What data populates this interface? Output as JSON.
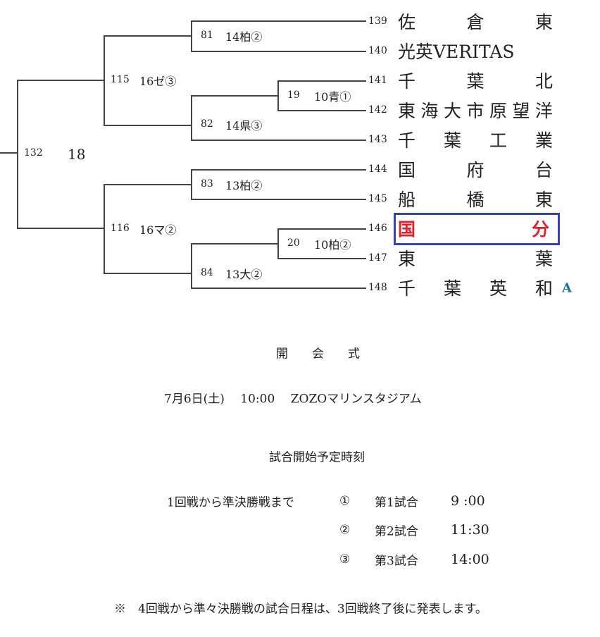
{
  "bracket": {
    "final": {
      "num": "132",
      "label": "18"
    },
    "semis": [
      {
        "num": "115",
        "label": "16ゼ③"
      },
      {
        "num": "116",
        "label": "16マ②"
      }
    ],
    "quarters": [
      {
        "num": "81",
        "label": "14柏②"
      },
      {
        "num": "82",
        "label": "14県③"
      },
      {
        "num": "83",
        "label": "13柏②"
      },
      {
        "num": "84",
        "label": "13大②"
      }
    ],
    "first": [
      {
        "num": "19",
        "label": "10青①"
      },
      {
        "num": "20",
        "label": "10柏②"
      }
    ],
    "teams": [
      {
        "num": "139",
        "chars": [
          "佐",
          "倉",
          "東"
        ]
      },
      {
        "num": "140",
        "name": "光英VERITAS"
      },
      {
        "num": "141",
        "chars": [
          "千",
          "葉",
          "北"
        ]
      },
      {
        "num": "142",
        "chars": [
          "東",
          "海",
          "大",
          "市",
          "原",
          "望",
          "洋"
        ]
      },
      {
        "num": "143",
        "chars": [
          "千",
          "葉",
          "工",
          "業"
        ]
      },
      {
        "num": "144",
        "chars": [
          "国",
          "府",
          "台"
        ]
      },
      {
        "num": "145",
        "chars": [
          "船",
          "橋",
          "東"
        ]
      },
      {
        "num": "146",
        "chars": [
          "国",
          "分"
        ]
      },
      {
        "num": "147",
        "chars": [
          "東",
          "葉"
        ]
      },
      {
        "num": "148",
        "chars": [
          "千",
          "葉",
          "英",
          "和"
        ]
      }
    ],
    "mark_148": "A",
    "highlight_color": "#3441b8",
    "highlight_text_color": "#e0202a",
    "mark_color": "#1a6fa8"
  },
  "ceremony": {
    "title": "開　　会　　式",
    "detail": "7月6日(土)　 10:00　 ZOZOマリンスタジアム"
  },
  "schedule": {
    "title": "試合開始予定時刻",
    "scope": "1回戦から準決勝戦まで",
    "rows": [
      {
        "mark": "①",
        "game": "第1試合",
        "time": "9 :00"
      },
      {
        "mark": "②",
        "game": "第2試合",
        "time": "11:30"
      },
      {
        "mark": "③",
        "game": "第3試合",
        "time": "14:00"
      }
    ]
  },
  "note": "※　4回戦から準々決勝戦の試合日程は、3回戦終了後に発表します。"
}
